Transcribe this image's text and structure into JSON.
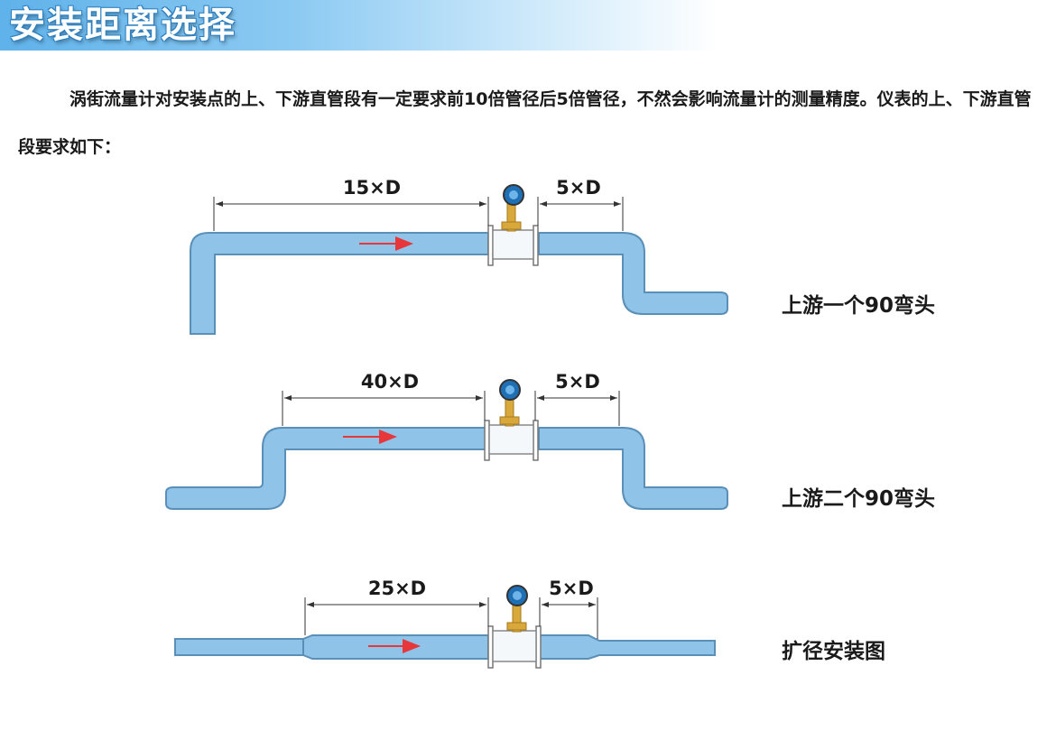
{
  "header": {
    "title": "安装距离选择"
  },
  "intro": {
    "text": "涡街流量计对安装点的上、下游直管段有一定要求前10倍管径后5倍管径，不然会影响流量计的测量精度。仪表的上、下游直管段要求如下："
  },
  "colors": {
    "pipe_fill": "#8fc3e8",
    "pipe_stroke": "#5a8fb8",
    "flow_arrow": "#e8373a",
    "transmitter_head": "#1f6fb5",
    "transmitter_stem": "#d9a83a",
    "dimension_line": "#333333",
    "header_blue": "#5fb2ea"
  },
  "diagrams": [
    {
      "name": "single-elbow",
      "upstream_label": "15×D",
      "downstream_label": "5×D",
      "caption": "上游一个90弯头"
    },
    {
      "name": "double-elbow",
      "upstream_label": "40×D",
      "downstream_label": "5×D",
      "caption": "上游二个90弯头"
    },
    {
      "name": "expansion",
      "upstream_label": "25×D",
      "downstream_label": "5×D",
      "caption": "扩径安装图"
    }
  ]
}
